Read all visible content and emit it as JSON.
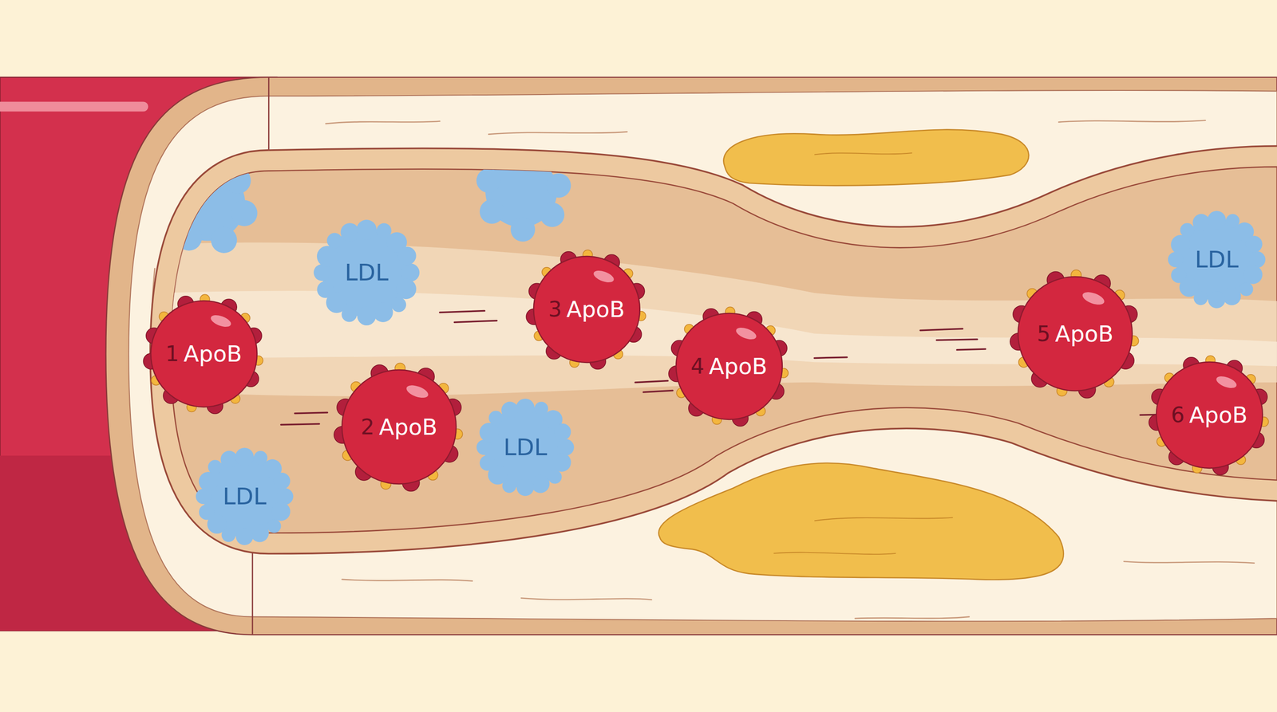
{
  "diagram": {
    "nodes": [
      {
        "text": [
          "1",
          "ApoB"
        ]
      },
      {
        "text": [
          "LDL"
        ]
      },
      {
        "text": [
          "2",
          "ApoB"
        ]
      },
      {
        "text": [
          "LDL"
        ]
      },
      {
        "text": [
          "LDL"
        ]
      },
      {
        "text": [
          "3",
          "ApoB"
        ]
      },
      {
        "text": [
          "4",
          "ApoB"
        ]
      },
      {
        "text": [
          "5",
          "ApoB"
        ]
      },
      {
        "text": [
          "LDL"
        ]
      },
      {
        "text": [
          "6",
          "ApoB"
        ]
      }
    ]
  }
}
